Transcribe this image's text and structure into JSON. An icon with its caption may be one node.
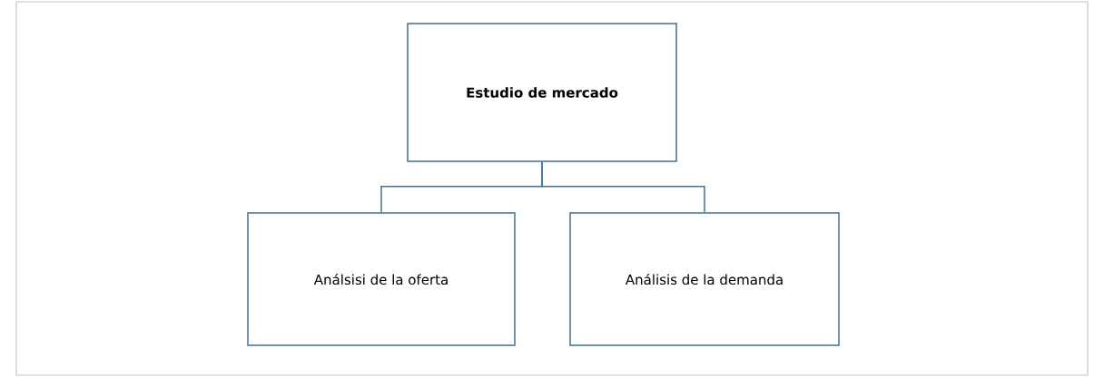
{
  "diagram": {
    "nodes": [
      {
        "text": [
          "Estudio de mercado"
        ]
      },
      {
        "text": [
          "Análsisi de la oferta"
        ]
      },
      {
        "text": [
          "Análisis de la demanda"
        ]
      }
    ],
    "edges": [
      {
        "from": 0,
        "to": 1,
        "arrow": "none"
      },
      {
        "from": 0,
        "to": 2,
        "arrow": "none"
      }
    ]
  }
}
